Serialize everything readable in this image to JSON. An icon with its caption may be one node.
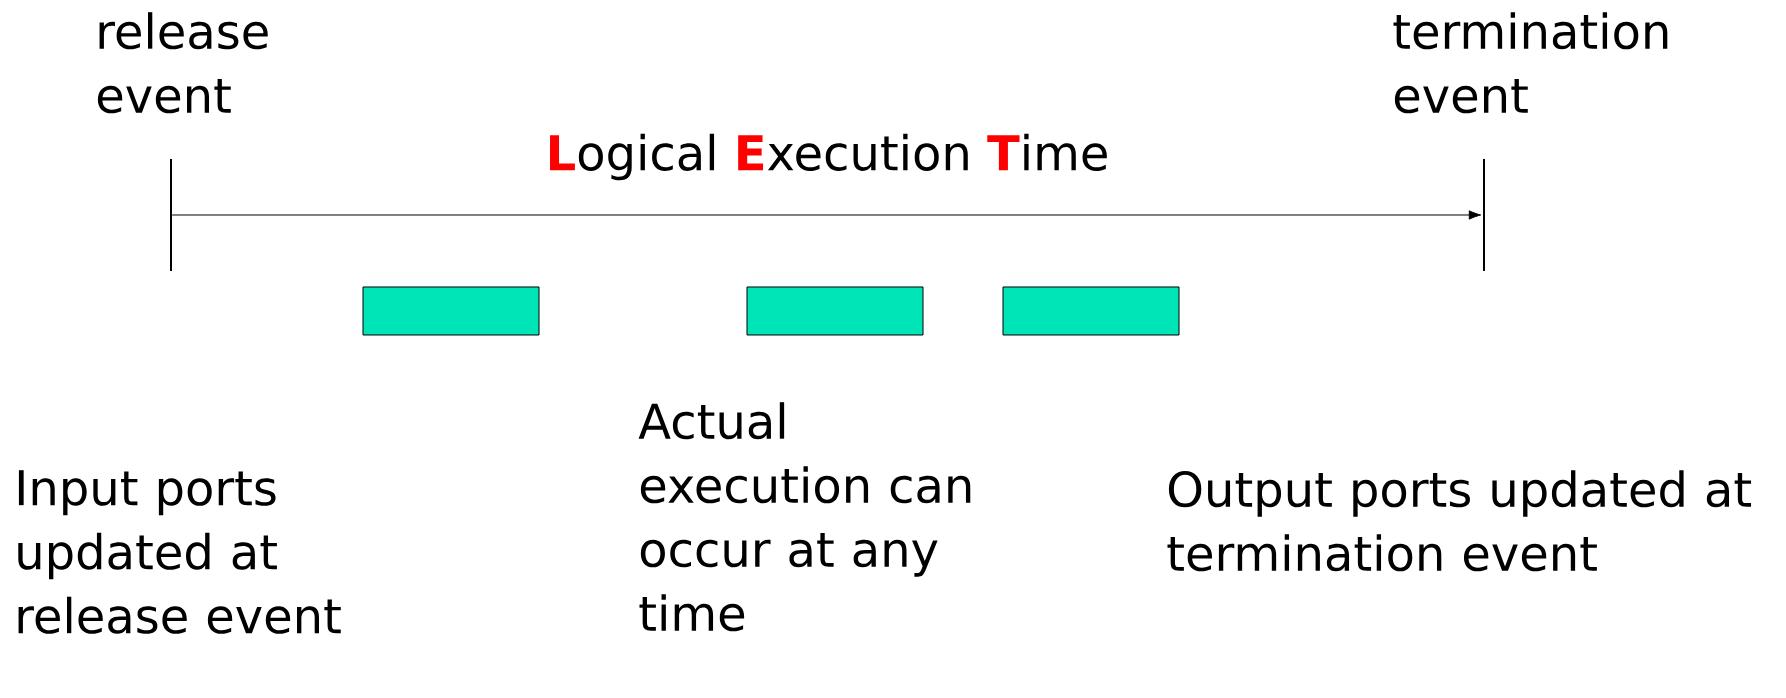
{
  "diagram": {
    "nodes": [
      {
        "text": [],
        "shape": "bar"
      },
      {
        "text": [],
        "shape": "bar"
      },
      {
        "text": [],
        "shape": "box"
      },
      {
        "text": [],
        "shape": "box"
      },
      {
        "text": [],
        "shape": "box"
      }
    ],
    "edges": [
      {
        "from": 0,
        "to": 1,
        "arrow": "to",
        "label": "**L**ogical **E**xecution **T**ime"
      }
    ],
    "labels": [
      "release event",
      "termination event",
      "Input ports updated at release event",
      "Actual execution can occur at any time",
      "Output ports updated at termination event"
    ]
  }
}
